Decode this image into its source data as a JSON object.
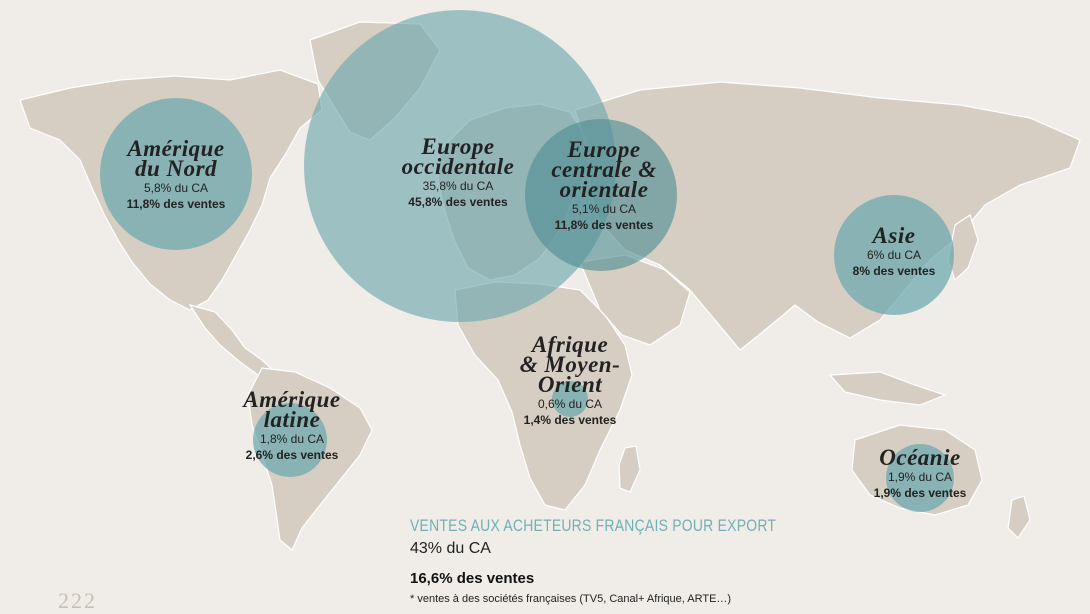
{
  "colors": {
    "background": "#f0ede8",
    "land": "#d6cec2",
    "bubble": "#6aa7ad",
    "bubble_overlap": "#4f8c93",
    "accent_text": "#6fb0b5"
  },
  "regions": [
    {
      "id": "amerique-du-nord",
      "name_lines": [
        "Amérique",
        "du Nord"
      ],
      "ca": "5,8% du CA",
      "sales": "11,8% des ventes",
      "sales_pct": 11.8
    },
    {
      "id": "europe-occidentale",
      "name_lines": [
        "Europe",
        "occidentale"
      ],
      "ca": "35,8% du CA",
      "sales": "45,8% des ventes",
      "sales_pct": 45.8
    },
    {
      "id": "europe-centrale",
      "name_lines": [
        "Europe",
        "centrale &",
        "orientale"
      ],
      "ca": "5,1% du CA",
      "sales": "11,8% des ventes",
      "sales_pct": 11.8
    },
    {
      "id": "asie",
      "name_lines": [
        "Asie"
      ],
      "ca": "6% du CA",
      "sales": "8% des ventes",
      "sales_pct": 8
    },
    {
      "id": "afrique",
      "name_lines": [
        "Afrique",
        "& Moyen-",
        "Orient"
      ],
      "ca": "0,6% du CA",
      "sales": "1,4% des ventes",
      "sales_pct": 1.4
    },
    {
      "id": "amerique-latine",
      "name_lines": [
        "Amérique",
        "latine"
      ],
      "ca": "1,8% du CA",
      "sales": "2,6% des ventes",
      "sales_pct": 2.6
    },
    {
      "id": "oceanie",
      "name_lines": [
        "Océanie"
      ],
      "ca": "1,9% du CA",
      "sales": "1,9% des ventes",
      "sales_pct": 1.9
    }
  ],
  "export": {
    "title": "VENTES AUX ACHETEURS FRANÇAIS POUR EXPORT",
    "ca": "43% du CA",
    "sales": "16,6% des ventes",
    "note": "* ventes à des sociétés françaises (TV5, Canal+ Afrique, ARTE…)"
  },
  "page_number": "222"
}
